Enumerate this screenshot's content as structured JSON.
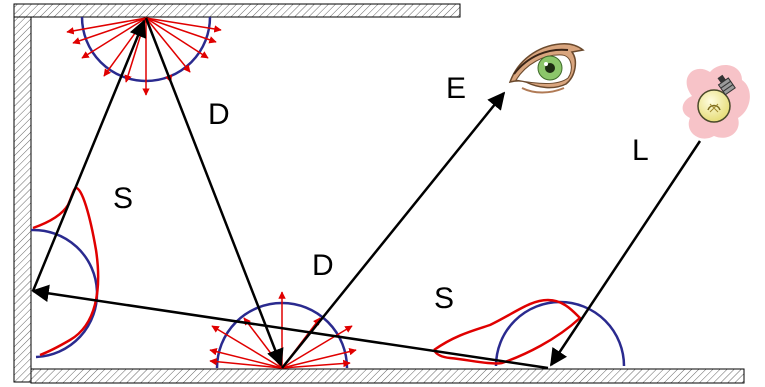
{
  "labels": {
    "specular_left": "S",
    "diffuse_upper": "D",
    "eye_path": "E",
    "diffuse_lower": "D",
    "light_path": "L",
    "specular_floor": "S"
  },
  "icons": {
    "viewer": "eye-icon",
    "light_source": "light-bulb-icon"
  },
  "colors": {
    "path": "#000000",
    "specular_lobe": "#e00000",
    "diffuse_lobe": "#2a2a8f",
    "scatter_rays": "#e00000",
    "wall_hatch": "#666666",
    "eye_skin": "#d9a57e",
    "eye_iris": "#8cc66a",
    "bulb_glow": "#f6b8be",
    "bulb_glass": "#f3eda8"
  }
}
